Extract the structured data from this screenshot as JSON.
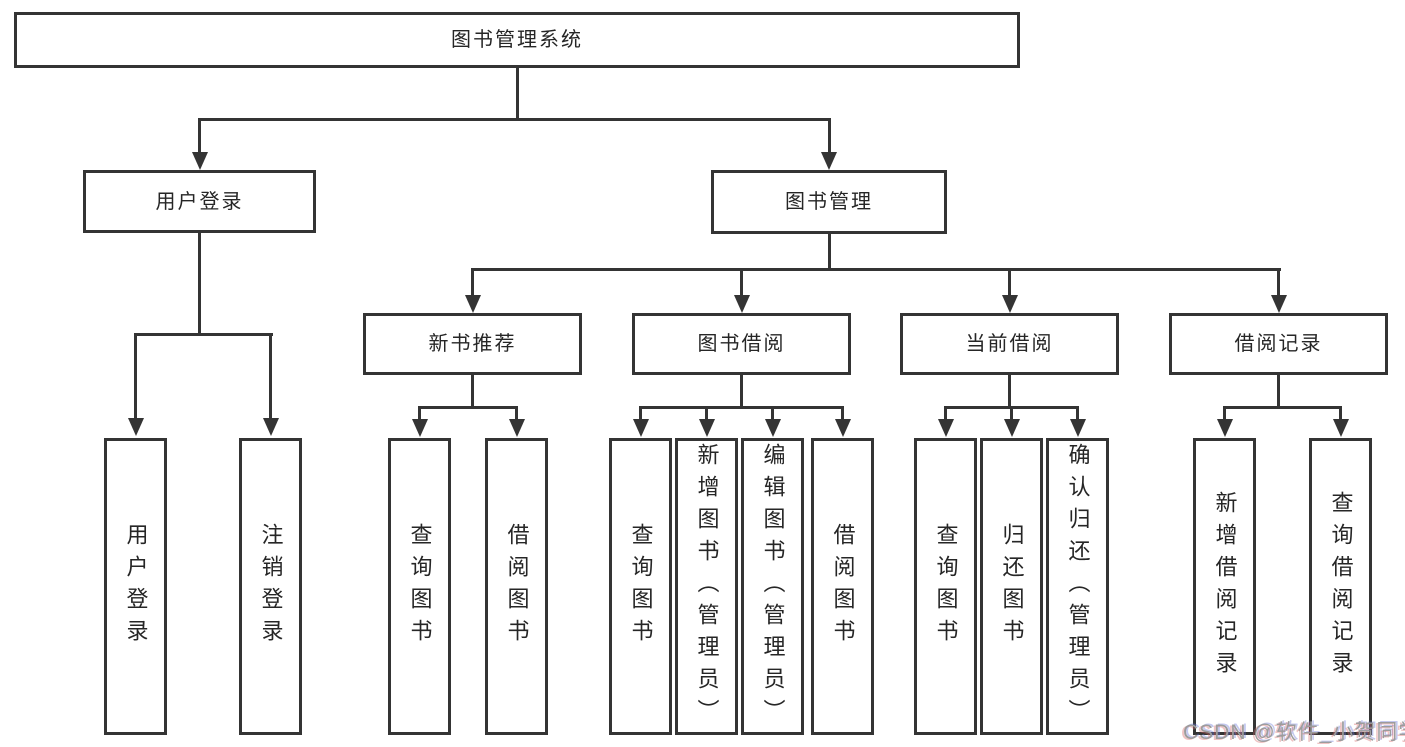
{
  "colors": {
    "line": "#343434",
    "text": "#262626",
    "background": "#ffffff",
    "watermark": "#9c9c9c"
  },
  "nodes": {
    "root": "图书管理系统",
    "user_login": "用户登录",
    "book_mgmt": "图书管理",
    "new_book_rec": "新书推荐",
    "book_borrow": "图书借阅",
    "current_borrow": "当前借阅",
    "borrow_records": "借阅记录",
    "leaf_user_login": "用户登录",
    "leaf_logout": "注销登录",
    "rec_query_book": "查询图书",
    "rec_borrow_book": "借阅图书",
    "bb_query_book": "查询图书",
    "bb_add_book": "新增图书（管理员）",
    "bb_edit_book": "编辑图书（管理员）",
    "bb_borrow_book": "借阅图书",
    "cb_query_book": "查询图书",
    "cb_return_book": "归还图书",
    "cb_confirm_return": "确认归还（管理员）",
    "br_add_record": "新增借阅记录",
    "br_query_record": "查询借阅记录"
  },
  "hierarchy": {
    "label": "图书管理系统",
    "children": [
      {
        "label": "用户登录",
        "children": [
          {
            "label": "用户登录"
          },
          {
            "label": "注销登录"
          }
        ]
      },
      {
        "label": "图书管理",
        "children": [
          {
            "label": "新书推荐",
            "children": [
              {
                "label": "查询图书"
              },
              {
                "label": "借阅图书"
              }
            ]
          },
          {
            "label": "图书借阅",
            "children": [
              {
                "label": "查询图书"
              },
              {
                "label": "新增图书（管理员）"
              },
              {
                "label": "编辑图书（管理员）"
              },
              {
                "label": "借阅图书"
              }
            ]
          },
          {
            "label": "当前借阅",
            "children": [
              {
                "label": "查询图书"
              },
              {
                "label": "归还图书"
              },
              {
                "label": "确认归还（管理员）"
              }
            ]
          },
          {
            "label": "借阅记录",
            "children": [
              {
                "label": "新增借阅记录"
              },
              {
                "label": "查询借阅记录"
              }
            ]
          }
        ]
      }
    ]
  },
  "watermark": "CSDN @软件_小贺同学"
}
